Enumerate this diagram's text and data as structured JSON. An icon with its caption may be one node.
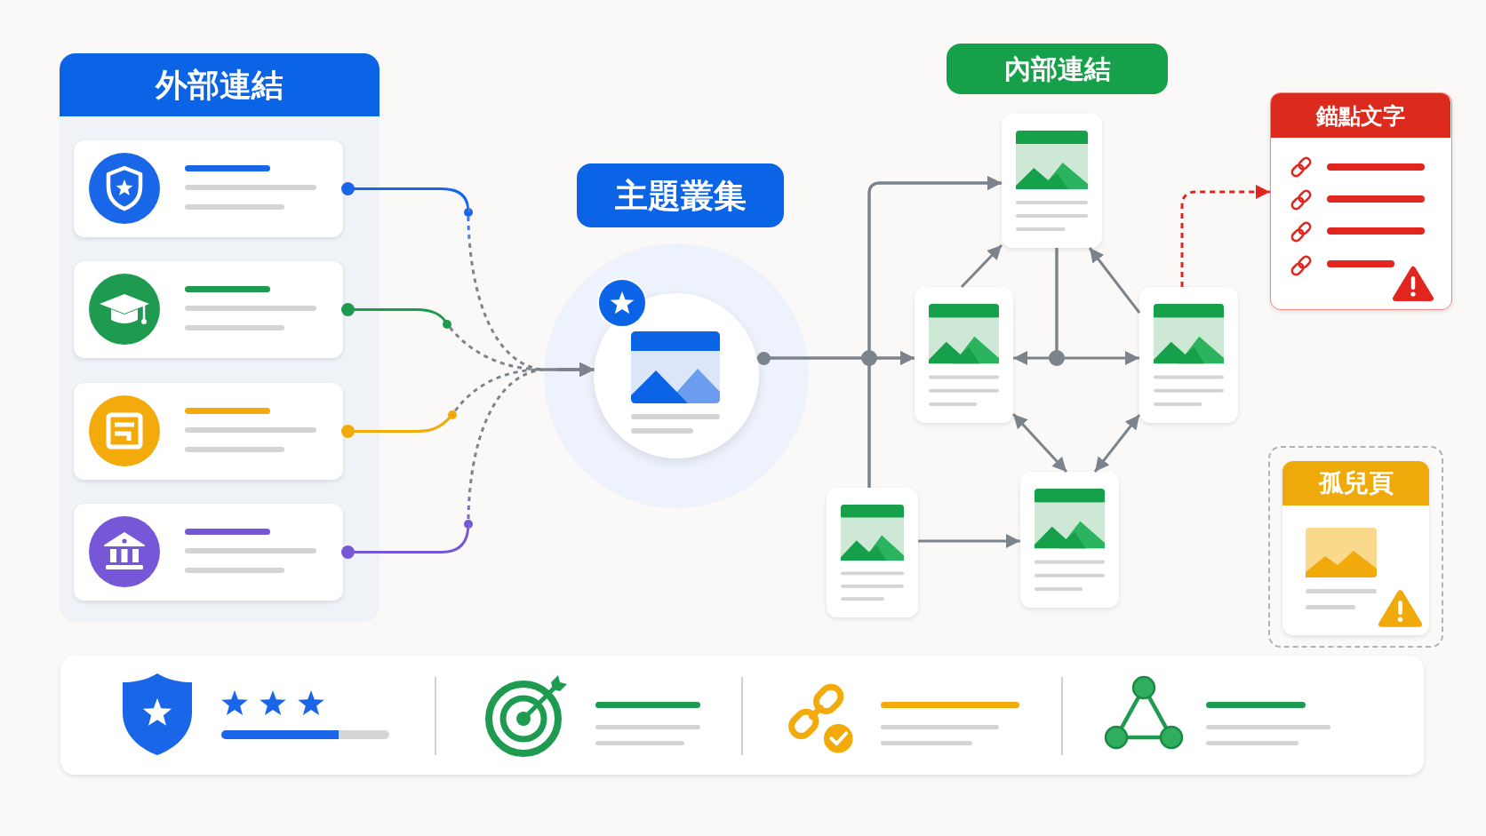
{
  "diagram": {
    "nodes": [
      {
        "text": [
          "外部連結"
        ]
      },
      {
        "text": [],
        "shape": "box",
        "in": 0
      },
      {
        "text": [],
        "shape": "box",
        "in": 0
      },
      {
        "text": [],
        "shape": "box",
        "in": 0
      },
      {
        "text": [],
        "shape": "box",
        "in": 0
      },
      {
        "text": [
          "主題叢集"
        ]
      },
      {
        "text": [],
        "shape": "circle"
      },
      {
        "text": [
          "內部連結"
        ]
      },
      {
        "text": [],
        "shape": "box"
      },
      {
        "text": [],
        "shape": "box"
      },
      {
        "text": [],
        "shape": "box"
      },
      {
        "text": [],
        "shape": "box"
      },
      {
        "text": [],
        "shape": "box"
      },
      {
        "text": [
          "錨點文字"
        ]
      },
      {
        "text": [],
        "shape": "box"
      },
      {
        "text": [
          "孤兒頁"
        ],
        "in": 14
      }
    ],
    "edges": [
      {
        "from": 1,
        "to": 6,
        "arrow": "to",
        "style": "dashed",
        "color": "#1a66e8"
      },
      {
        "from": 2,
        "to": 6,
        "arrow": "to",
        "style": "dashed",
        "color": "#1e9b50"
      },
      {
        "from": 3,
        "to": 6,
        "arrow": "to",
        "style": "dashed",
        "color": "#f2ab0b"
      },
      {
        "from": 4,
        "to": 6,
        "arrow": "to",
        "style": "dashed",
        "color": "#7557d8"
      },
      {
        "from": 6,
        "to": 8,
        "arrow": "to"
      },
      {
        "from": 6,
        "to": 9,
        "arrow": "to"
      },
      {
        "from": 11,
        "to": 8,
        "arrow": "to"
      },
      {
        "from": 11,
        "to": 9,
        "arrow": "to"
      },
      {
        "from": 9,
        "to": 8,
        "arrow": "to"
      },
      {
        "from": 8,
        "to": 9,
        "arrow": "to"
      },
      {
        "from": 8,
        "to": 10,
        "arrow": "to"
      },
      {
        "from": 10,
        "to": 8,
        "arrow": "to"
      },
      {
        "from": 9,
        "to": 12,
        "arrow": "both"
      },
      {
        "from": 10,
        "to": 12,
        "arrow": "both"
      },
      {
        "from": 11,
        "to": 12,
        "arrow": "to"
      },
      {
        "from": 10,
        "to": 13,
        "arrow": "to",
        "style": "dashed",
        "color": "#e0261e"
      }
    ]
  }
}
